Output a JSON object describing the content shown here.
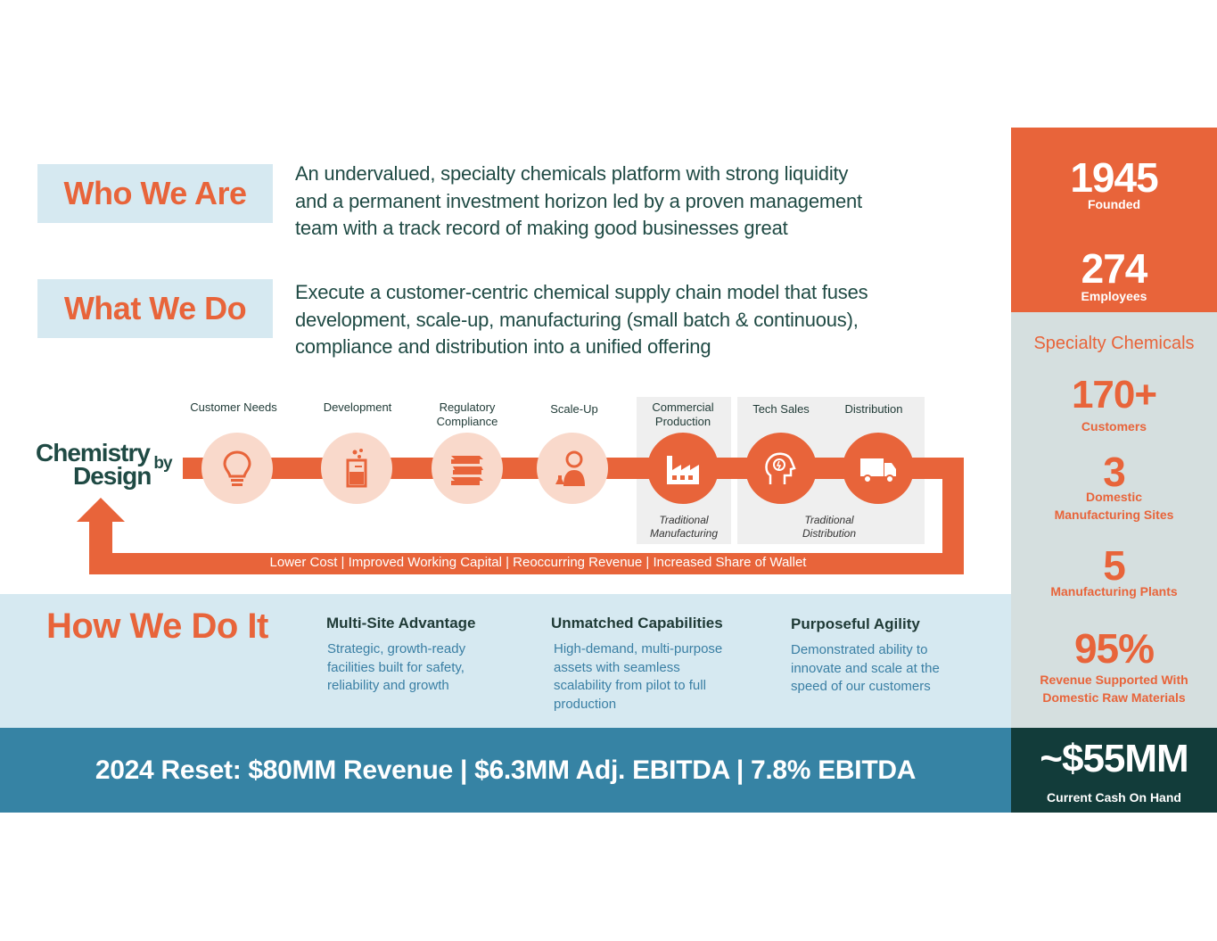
{
  "who": {
    "label": "Who We Are",
    "lines": [
      "An undervalued, specialty chemicals platform with strong liquidity",
      "and a permanent investment horizon led by a proven management",
      "team with a track record of making good businesses great"
    ]
  },
  "what": {
    "label": "What We Do",
    "lines": [
      "Execute a customer-centric chemical supply chain model that fuses",
      "development, scale-up, manufacturing (small batch & continuous),",
      "compliance and distribution into a unified offering"
    ]
  },
  "logo": {
    "line1": "Chemistry",
    "by": "by",
    "line2": "Design"
  },
  "process": {
    "steps": [
      {
        "label_lines": [
          "Customer Needs"
        ],
        "icon": "lightbulb-icon"
      },
      {
        "label_lines": [
          "Development"
        ],
        "icon": "beaker-icon"
      },
      {
        "label_lines": [
          "Regulatory",
          "Compliance"
        ],
        "icon": "books-icon"
      },
      {
        "label_lines": [
          "Scale-Up"
        ],
        "icon": "scientist-icon"
      },
      {
        "label_lines": [
          "Commercial",
          "Production"
        ],
        "icon": "factory-icon"
      },
      {
        "label_lines": [
          "Tech Sales"
        ],
        "icon": "head-lightbulb-icon"
      },
      {
        "label_lines": [
          "Distribution"
        ],
        "icon": "truck-icon"
      }
    ],
    "notes": [
      {
        "lines": [
          "Traditional",
          "Manufacturing"
        ]
      },
      {
        "lines": [
          "Traditional",
          "Distribution"
        ]
      }
    ],
    "benefits": "Lower Cost | Improved Working Capital | Reoccurring Revenue | Increased Share of Wallet"
  },
  "how": {
    "title": "How We Do It",
    "columns": [
      {
        "title": "Multi-Site Advantage",
        "body_lines": [
          "Strategic, growth-ready",
          "facilities built for safety,",
          "reliability and growth"
        ]
      },
      {
        "title": "Unmatched Capabilities",
        "body_lines": [
          "High-demand, multi-purpose",
          "assets with seamless",
          "scalability from pilot to full",
          "production"
        ]
      },
      {
        "title": "Purposeful Agility",
        "body_lines": [
          "Demonstrated ability to",
          "innovate and scale at the",
          "speed of our customers"
        ]
      }
    ]
  },
  "reset": "2024 Reset:  $80MM Revenue | $6.3MM Adj. EBITDA | 7.8% EBITDA",
  "stats": {
    "founded_value": "1945",
    "founded_label": "Founded",
    "employees_value": "274",
    "employees_label": "Employees",
    "segment": "Specialty Chemicals",
    "customers_value": "170+",
    "customers_label": "Customers",
    "sites_value": "3",
    "sites_label_lines": [
      "Domestic",
      "Manufacturing Sites"
    ],
    "plants_value": "5",
    "plants_label": "Manufacturing Plants",
    "revenue_pct_value": "95%",
    "revenue_pct_label_lines": [
      "Revenue Supported With",
      "Domestic Raw Materials"
    ],
    "cash_value": "~$55MM",
    "cash_label": "Current Cash On Hand"
  },
  "colors": {
    "accent": "#e8643a",
    "light_blue": "#d6e9f1",
    "teal": "#3683a4",
    "dark_green": "#123c3a",
    "text_dark": "#1f4a44"
  }
}
